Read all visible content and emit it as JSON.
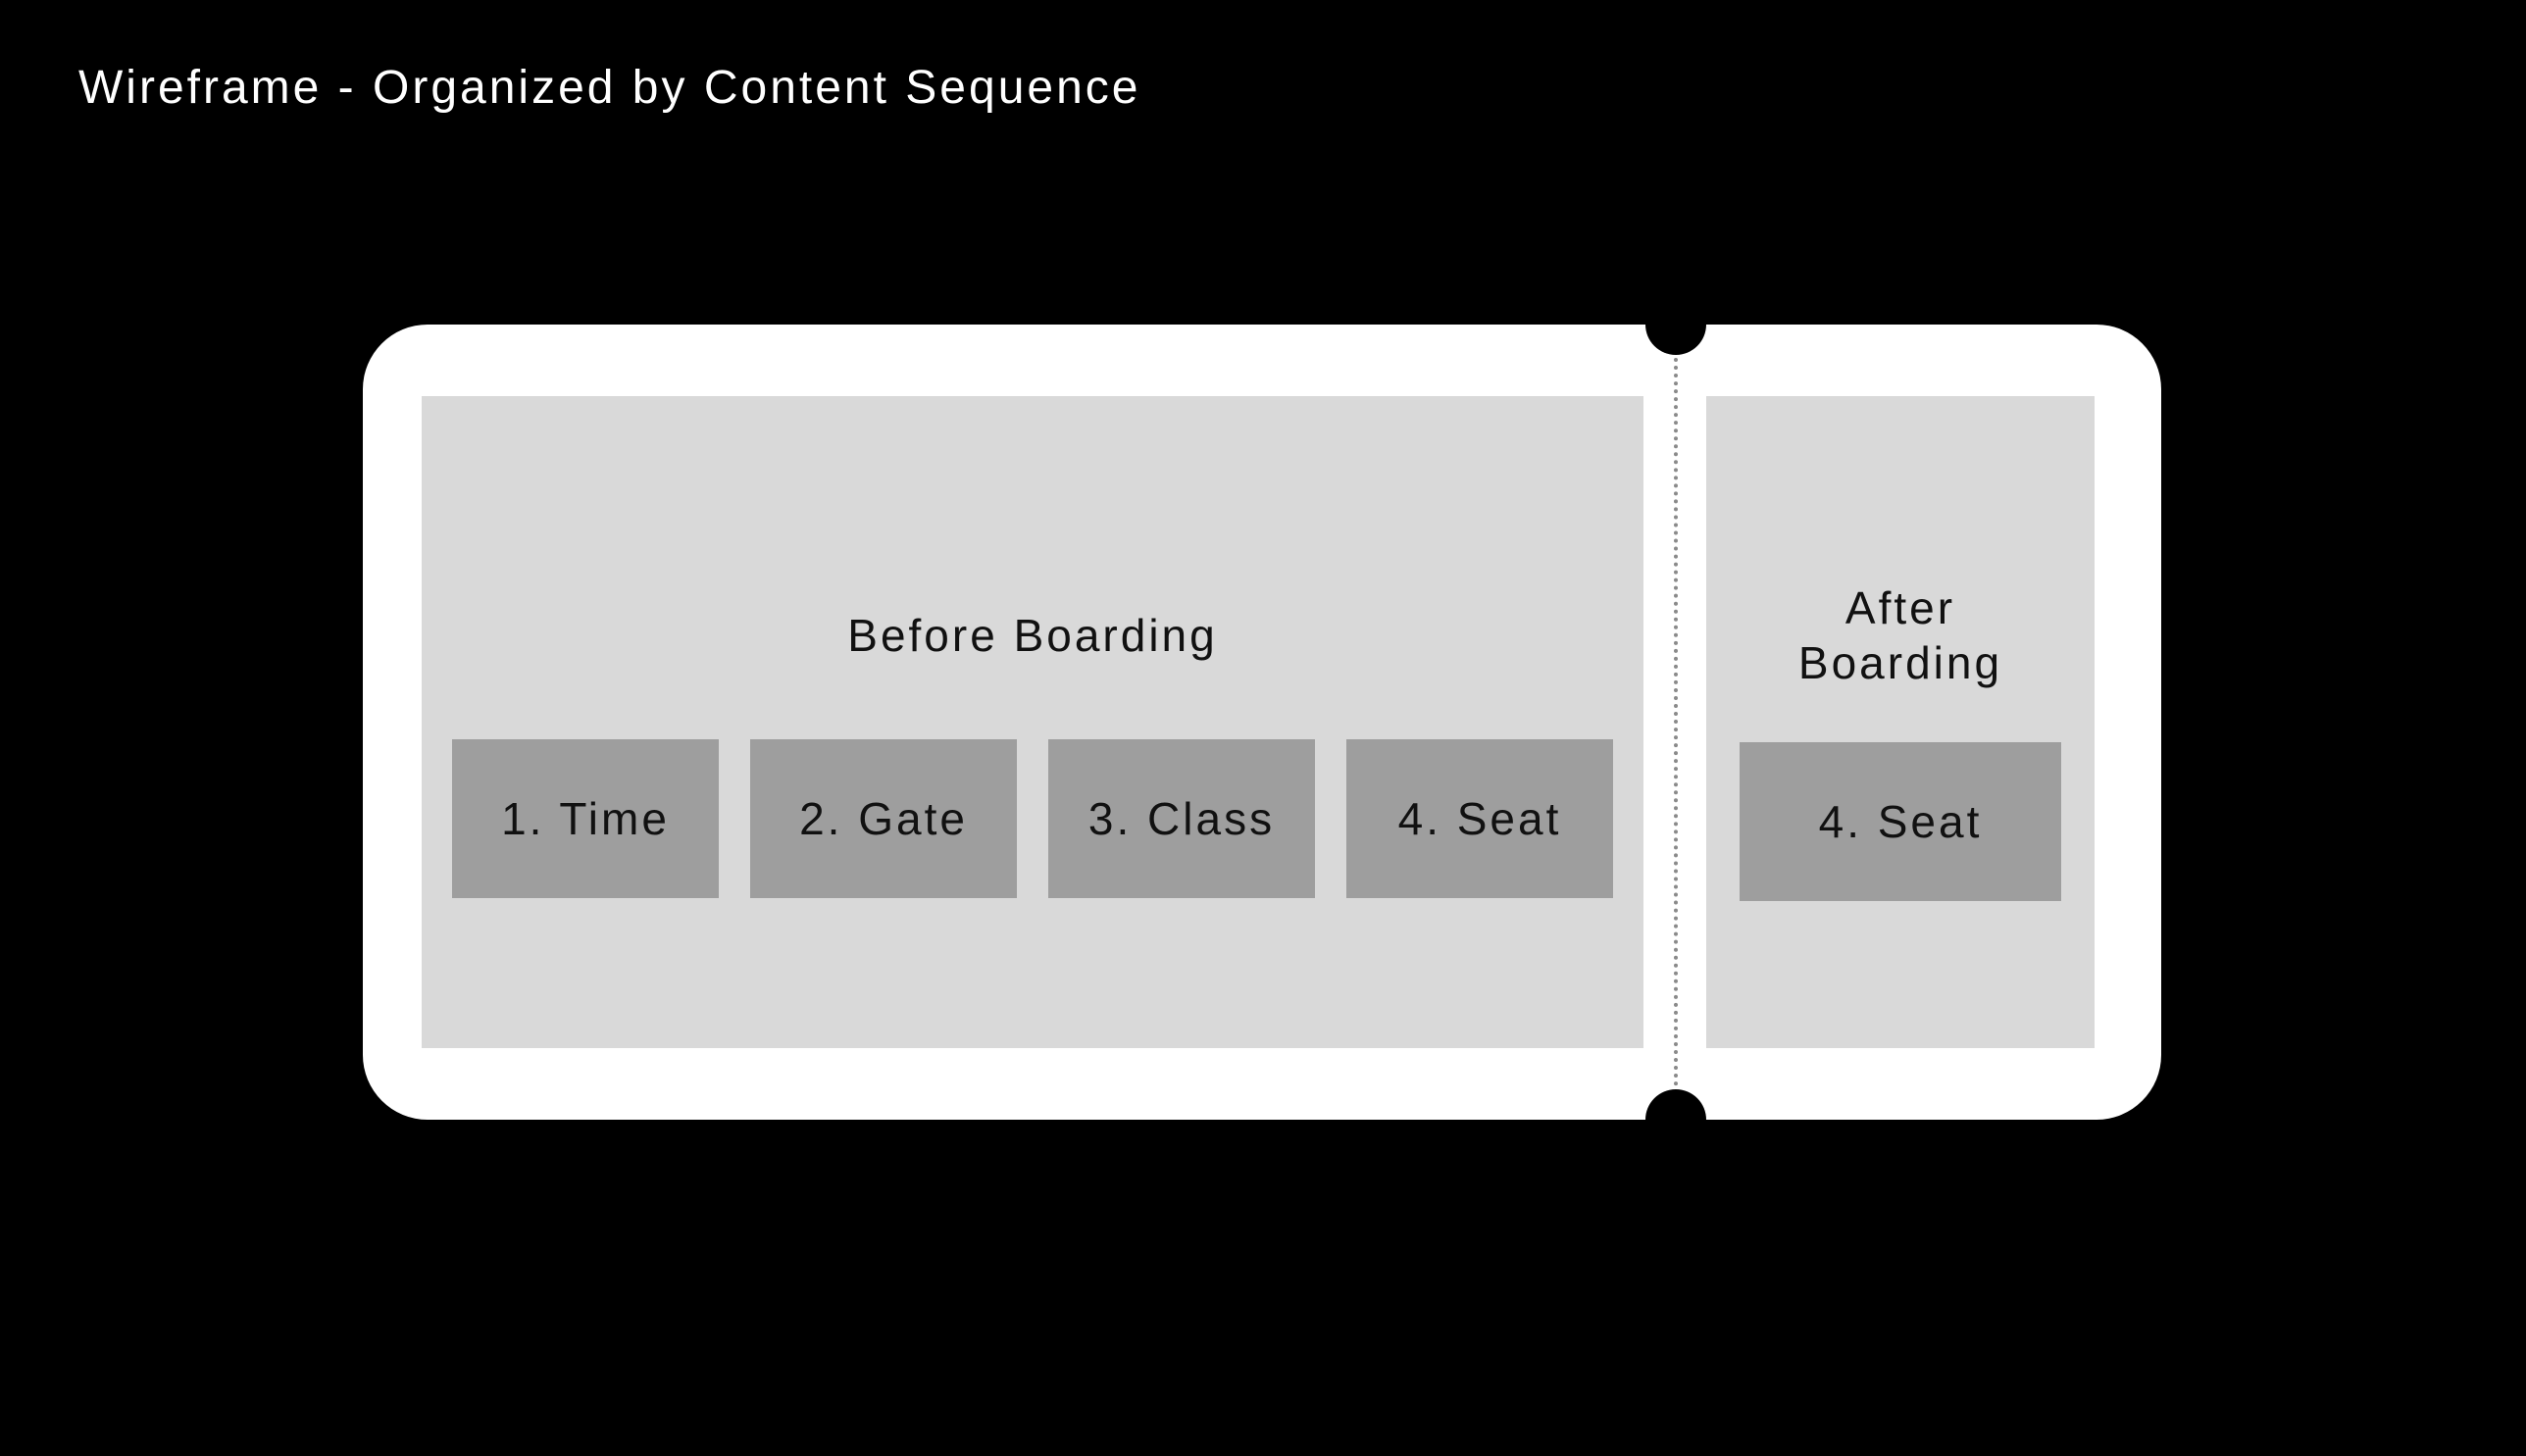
{
  "title": "Wireframe - Organized by Content Sequence",
  "ticket": {
    "before": {
      "title": "Before Boarding",
      "items": [
        "1. Time",
        "2. Gate",
        "3. Class",
        "4. Seat"
      ]
    },
    "after": {
      "title": "After Boarding",
      "items": [
        "4. Seat"
      ]
    }
  },
  "colors": {
    "background": "#000000",
    "ticket": "#ffffff",
    "panel": "#d9d9d9",
    "chip": "#9e9e9e",
    "perforation": "#8a8a8a"
  }
}
